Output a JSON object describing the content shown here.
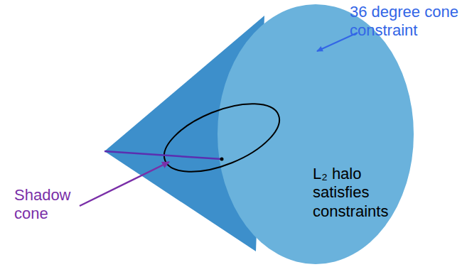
{
  "diagram": {
    "labels": [
      "36 degree cone constraint",
      "L₂ halo satisfies constraints",
      "Shadow cone"
    ]
  }
}
